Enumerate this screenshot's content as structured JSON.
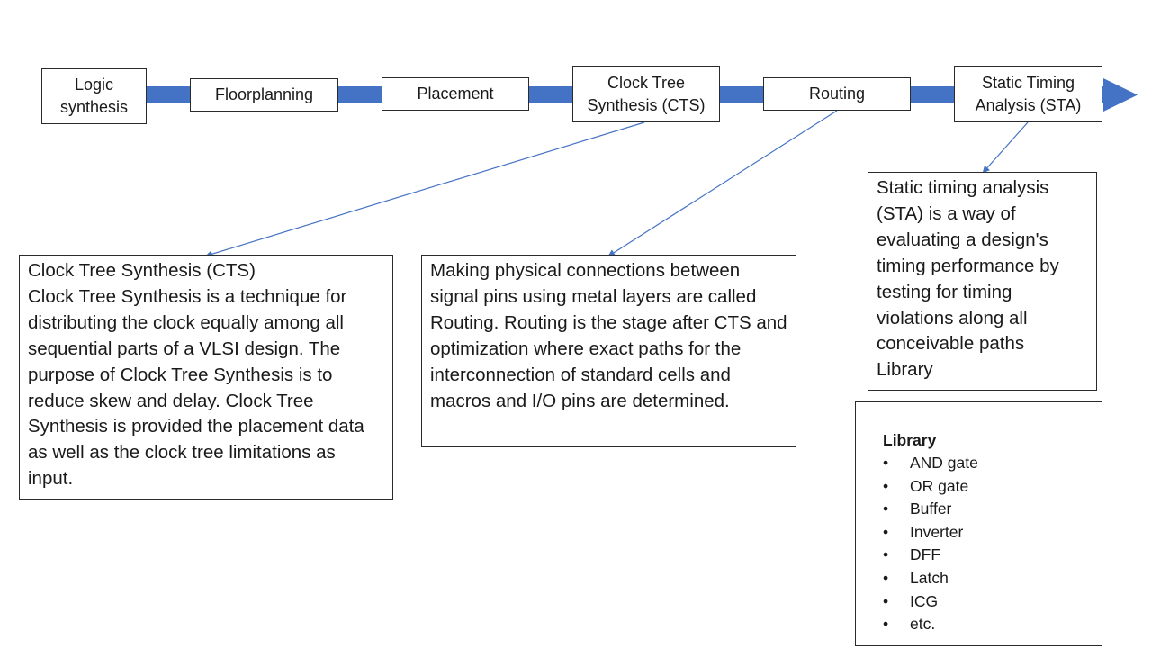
{
  "colors": {
    "flow_arrow": "#4472c4",
    "connector": "#4472c4",
    "border": "#2b2b2b"
  },
  "stages": [
    {
      "id": "logic",
      "label": "Logic synthesis"
    },
    {
      "id": "floor",
      "label": "Floorplanning"
    },
    {
      "id": "place",
      "label": "Placement"
    },
    {
      "id": "cts",
      "label": "Clock Tree Synthesis (CTS)"
    },
    {
      "id": "routing",
      "label": "Routing"
    },
    {
      "id": "sta",
      "label": "Static Timing Analysis (STA)"
    }
  ],
  "cts_box": {
    "title": "Clock Tree Synthesis (CTS)",
    "body": "Clock Tree Synthesis is a technique for distributing the clock equally among all sequential parts of a VLSI design. The purpose of Clock Tree Synthesis is to reduce skew and delay. Clock Tree Synthesis is provided the placement data as well as the clock tree limitations as input."
  },
  "routing_box": {
    "body": "Making physical connections between signal pins using metal layers are called Routing. Routing is the stage after CTS and optimization where exact paths for the interconnection of standard cells and macros and I/O pins are determined."
  },
  "sta_box": {
    "body": "Static timing analysis (STA) is a way of evaluating a design's timing performance by testing for timing violations along all conceivable paths",
    "footer": "Library"
  },
  "library_box": {
    "title": "Library",
    "items": [
      "AND gate",
      "OR gate",
      "Buffer",
      "Inverter",
      "DFF",
      "Latch",
      "ICG",
      "etc."
    ]
  }
}
